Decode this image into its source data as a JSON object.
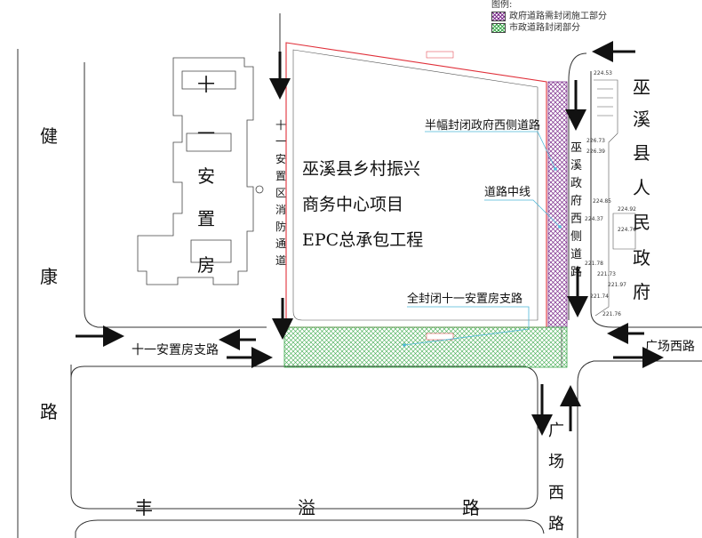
{
  "legend": {
    "title": "图例:",
    "items": [
      {
        "label": "政府道路需封闭施工部分",
        "color": "#7a2a8a"
      },
      {
        "label": "市政道路封闭部分",
        "color": "#3aa84a"
      }
    ]
  },
  "labels": {
    "road_jiankang": [
      "健",
      "康",
      "路"
    ],
    "building_shiyi": [
      "十",
      "一",
      "安",
      "置",
      "房"
    ],
    "fire_lane": [
      "十",
      "一",
      "安",
      "置",
      "区",
      "消",
      "防",
      "通",
      "道"
    ],
    "project_lines": [
      "巫溪县乡村振兴",
      "商务中心项目",
      "EPC总承包工程"
    ],
    "half_closed": "半幅封闭政府西侧道路",
    "centerline": "道路中线",
    "west_road": [
      "巫",
      "溪",
      "政",
      "府",
      "西",
      "侧",
      "道",
      "路"
    ],
    "gov_building": [
      "巫",
      "溪",
      "县",
      "人",
      "民",
      "政",
      "府"
    ],
    "full_closed": "全封闭十一安置房支路",
    "branch_road": "十一安置房支路",
    "guangchang_h": "广场西路",
    "guangchang_v": [
      "广",
      "场",
      "西",
      "路"
    ],
    "fengyi": [
      "丰",
      "溢",
      "路"
    ]
  },
  "elevations": [
    "224.53",
    "226.73",
    "226.39",
    "224.85",
    "224.37",
    "224.92",
    "224.76",
    "221.78",
    "221.74",
    "221.73",
    "221.97",
    "221.76"
  ],
  "colors": {
    "site_boundary": "#e0303a",
    "gov_closure": "#7a2a8a",
    "municipal_closure": "#3aa84a",
    "leader_line": "#4fb8d8"
  }
}
